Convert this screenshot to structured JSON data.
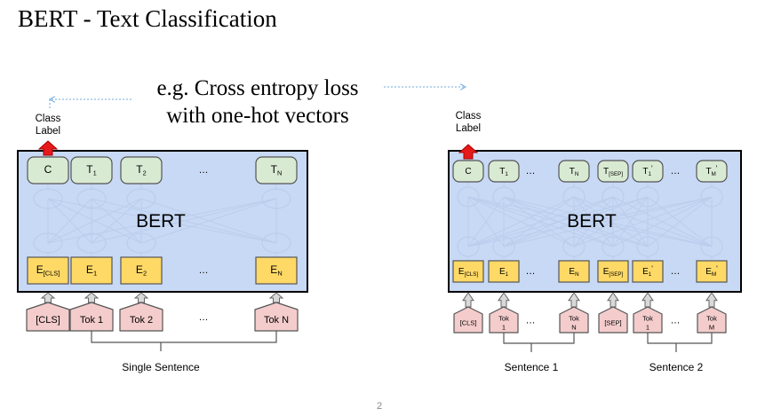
{
  "slide": {
    "title": "BERT - Text Classification",
    "annotation_line1": "e.g. Cross entropy loss",
    "annotation_line2": "with one-hot vectors",
    "page_number": "2"
  },
  "colors": {
    "bert_box": "#c8d9f5",
    "output_token": "#d9ead3",
    "embedding": "#ffd966",
    "input_token": "#f4cccc",
    "arrow_up": "#e51a1a",
    "dotted_line": "#6fa8dc"
  },
  "left_model": {
    "class_label": [
      "Class",
      "Label"
    ],
    "model_label": "BERT",
    "outputs": [
      {
        "base": "C",
        "sub": ""
      },
      {
        "base": "T",
        "sub": "1"
      },
      {
        "base": "T",
        "sub": "2"
      },
      {
        "base": "…",
        "sub": ""
      },
      {
        "base": "T",
        "sub": "N"
      }
    ],
    "embeddings": [
      {
        "base": "E",
        "sub": "[CLS]"
      },
      {
        "base": "E",
        "sub": "1"
      },
      {
        "base": "E",
        "sub": "2"
      },
      {
        "base": "…",
        "sub": ""
      },
      {
        "base": "E",
        "sub": "N"
      }
    ],
    "inputs": [
      "[CLS]",
      "Tok 1",
      "Tok 2",
      "…",
      "Tok N"
    ],
    "sentence_label": "Single Sentence"
  },
  "right_model": {
    "class_label": [
      "Class",
      "Label"
    ],
    "model_label": "BERT",
    "outputs": [
      {
        "base": "C",
        "sub": ""
      },
      {
        "base": "T",
        "sub": "1"
      },
      {
        "base": "…",
        "sub": ""
      },
      {
        "base": "T",
        "sub": "N"
      },
      {
        "base": "T",
        "sub": "[SEP]"
      },
      {
        "base": "T",
        "sub": "1",
        "prime": true
      },
      {
        "base": "…",
        "sub": ""
      },
      {
        "base": "T",
        "sub": "M",
        "prime": true
      }
    ],
    "embeddings": [
      {
        "base": "E",
        "sub": "[CLS]"
      },
      {
        "base": "E",
        "sub": "1"
      },
      {
        "base": "…",
        "sub": ""
      },
      {
        "base": "E",
        "sub": "N"
      },
      {
        "base": "E",
        "sub": "[SEP]"
      },
      {
        "base": "E",
        "sub": "1",
        "prime": true
      },
      {
        "base": "…",
        "sub": ""
      },
      {
        "base": "E",
        "sub": "M",
        "prime": true
      }
    ],
    "inputs": [
      [
        "[CLS]"
      ],
      [
        "Tok",
        "1"
      ],
      [
        "…"
      ],
      [
        "Tok",
        "N"
      ],
      [
        "[SEP]"
      ],
      [
        "Tok",
        "1"
      ],
      [
        "…"
      ],
      [
        "Tok",
        "M"
      ]
    ],
    "sentence1_label": "Sentence 1",
    "sentence2_label": "Sentence 2"
  }
}
